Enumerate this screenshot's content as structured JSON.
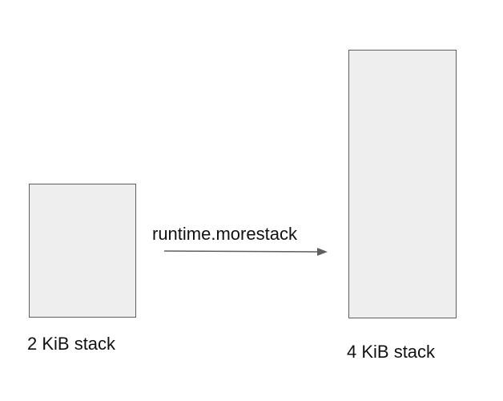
{
  "diagram": {
    "small_stack": {
      "label": "2 KiB stack"
    },
    "large_stack": {
      "label": "4 KiB stack"
    },
    "transition": {
      "label": "runtime.morestack"
    }
  },
  "colors": {
    "box_fill": "#eeeeee",
    "box_border": "#5f5f5f",
    "arrow": "#5f5f5f",
    "text": "#111111",
    "background": "#ffffff"
  }
}
